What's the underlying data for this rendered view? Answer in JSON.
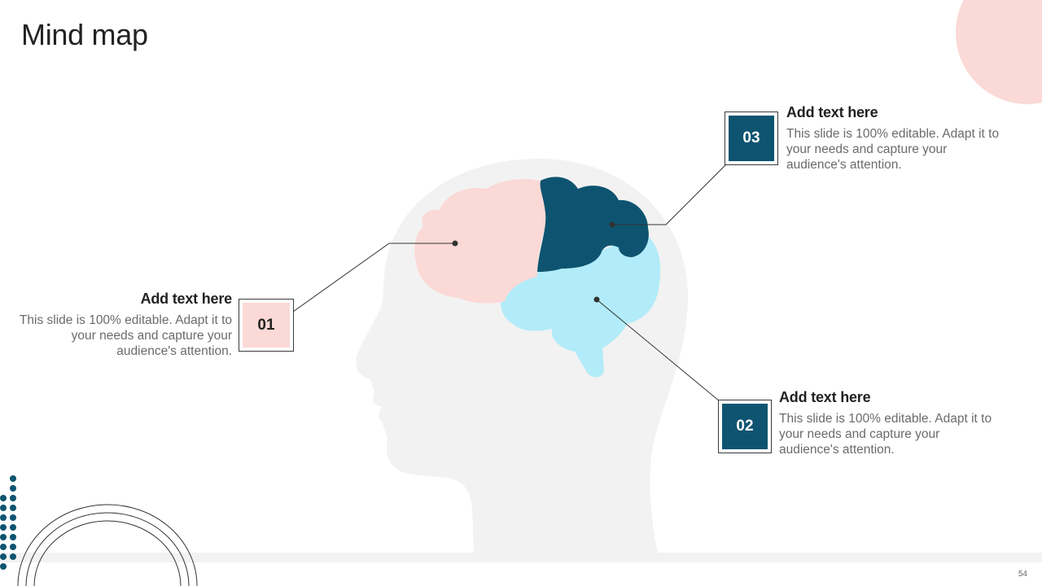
{
  "title": "Mind map",
  "items": [
    {
      "number": "01",
      "heading": "Add text here",
      "text": "This slide is 100% editable. Adapt it to your needs and capture your audience's attention."
    },
    {
      "number": "02",
      "heading": "Add text here",
      "text": "This slide is 100% editable. Adapt it to your needs and capture your audience's attention."
    },
    {
      "number": "03",
      "heading": "Add text here",
      "text": "This slide is 100% editable. Adapt it to your needs and capture your audience's attention."
    }
  ],
  "page_number": "54",
  "colors": {
    "pink": "#fbd9d6",
    "dark_teal": "#0e5470",
    "light_blue": "#b2ebf9",
    "head_gray": "#f2f2f2",
    "dots": "#0e5470"
  }
}
